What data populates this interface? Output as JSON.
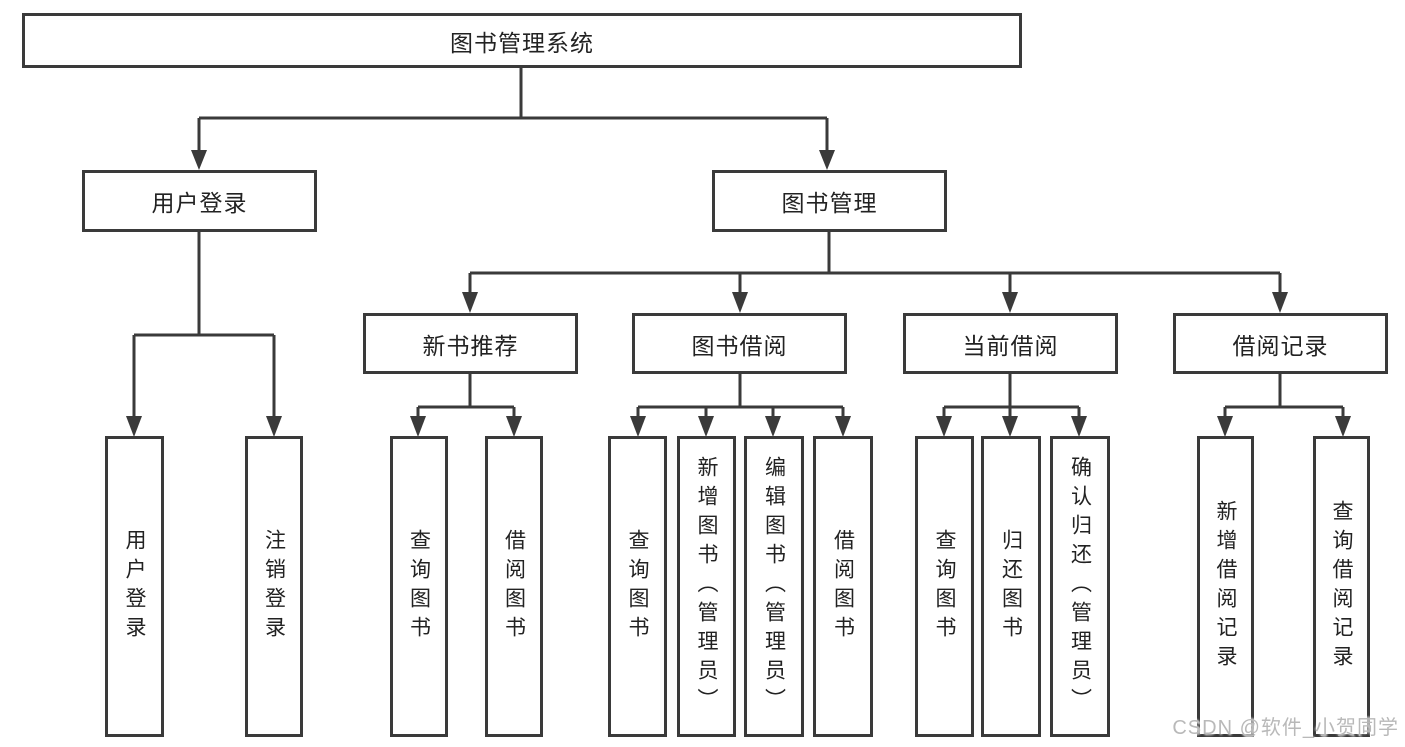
{
  "diagram": {
    "root": {
      "label": "图书管理系统"
    },
    "level2": [
      {
        "id": "user-login",
        "label": "用户登录"
      },
      {
        "id": "book-management",
        "label": "图书管理"
      }
    ],
    "level3": [
      {
        "id": "new-book-recommend",
        "label": "新书推荐",
        "parent": "图书管理"
      },
      {
        "id": "book-borrowing",
        "label": "图书借阅",
        "parent": "图书管理"
      },
      {
        "id": "current-borrowing",
        "label": "当前借阅",
        "parent": "图书管理"
      },
      {
        "id": "borrowing-records",
        "label": "借阅记录",
        "parent": "图书管理"
      }
    ],
    "leaves": [
      {
        "id": "leaf-user-login",
        "label": "用户登录",
        "parent": "用户登录"
      },
      {
        "id": "leaf-logout",
        "label": "注销登录",
        "parent": "用户登录"
      },
      {
        "id": "leaf-search-books-recommend",
        "label": "查询图书",
        "parent": "新书推荐"
      },
      {
        "id": "leaf-borrow-books-recommend",
        "label": "借阅图书",
        "parent": "新书推荐"
      },
      {
        "id": "leaf-search-books-borrowing",
        "label": "查询图书",
        "parent": "图书借阅"
      },
      {
        "id": "leaf-add-books-admin",
        "label": "新增图书（管理员）",
        "parent": "图书借阅"
      },
      {
        "id": "leaf-edit-books-admin",
        "label": "编辑图书（管理员）",
        "parent": "图书借阅"
      },
      {
        "id": "leaf-borrow-books",
        "label": "借阅图书",
        "parent": "图书借阅"
      },
      {
        "id": "leaf-search-books-current",
        "label": "查询图书",
        "parent": "当前借阅"
      },
      {
        "id": "leaf-return-books",
        "label": "归还图书",
        "parent": "当前借阅"
      },
      {
        "id": "leaf-confirm-return-admin",
        "label": "确认归还（管理员）",
        "parent": "当前借阅"
      },
      {
        "id": "leaf-add-borrow-record",
        "label": "新增借阅记录",
        "parent": "借阅记录"
      },
      {
        "id": "leaf-search-borrow-record",
        "label": "查询借阅记录",
        "parent": "借阅记录"
      }
    ]
  },
  "watermark": {
    "text": "CSDN @软件_小贺同学"
  },
  "colors": {
    "line": "#3a3a3a",
    "text": "#222222",
    "watermark": "#b9b9b9",
    "background": "#ffffff"
  }
}
